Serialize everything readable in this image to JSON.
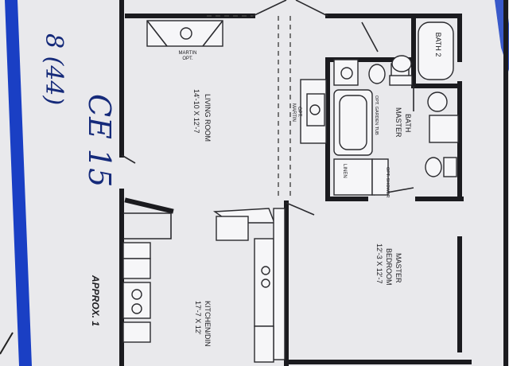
{
  "plan": {
    "margin_title": "CE 15",
    "margin_subtitle": "8 (44)",
    "rooms": {
      "living_name": "LIVING ROOM",
      "living_size": "14'-10 X 12'-7",
      "master_name": "MASTER",
      "master_name2": "BEDROOM",
      "master_size": "12'-3 X 12'-7",
      "master_bath_1": "MASTER",
      "master_bath_2": "BATH",
      "bath2": "BATH 2",
      "kitchen_name": "KITCHEN/DIN",
      "kitchen_size": "17'-7 X 12'"
    },
    "notes": {
      "fireplace_1": "MARTIN",
      "fireplace_2": "OPT.",
      "side_martin_1": "MARTIN",
      "side_martin_2": "OPT.",
      "linen": "LINEN",
      "garden_tub": "OPT. GARDEN TUB",
      "opt_shower": "OPT. SHOWER",
      "approx": "APPROX. 1"
    }
  },
  "colors": {
    "paper": "#e9e9ec",
    "ink": "#1b1b1f",
    "blue_margin": "#1a3fc4",
    "title_ink": "#152a7a"
  }
}
